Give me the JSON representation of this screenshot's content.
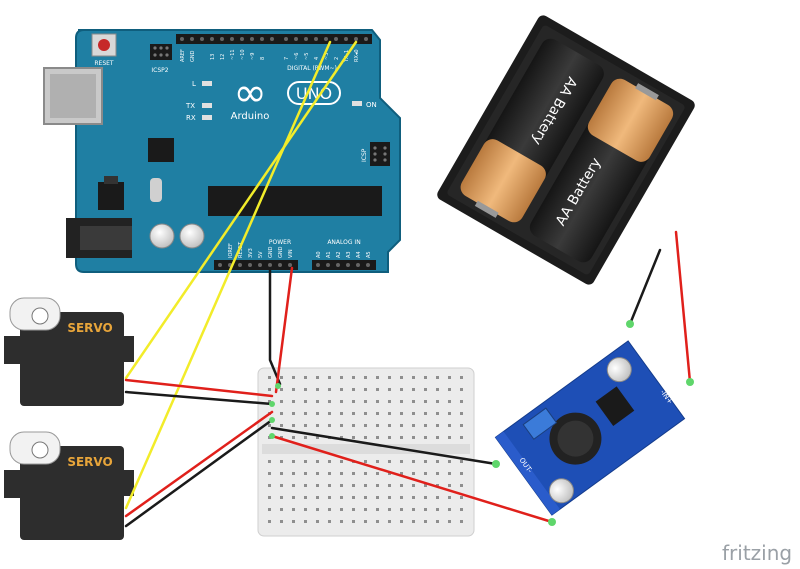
{
  "arduino": {
    "reset": "RESET",
    "icsp2": "ICSP2",
    "icsp": "ICSP",
    "aref": "AREF",
    "gnd": "GND",
    "digital_header": [
      "13",
      "12",
      "~11",
      "~10",
      "~9",
      "8",
      "7",
      "~6",
      "~5",
      "4",
      "~3",
      "2",
      "TX▸1",
      "RX◂0"
    ],
    "digital_label": "DIGITAL (PWM~)",
    "l": "L",
    "tx": "TX",
    "rx": "RX",
    "on": "ON",
    "brand": "Arduino",
    "model": "UNO",
    "logo_symbol": "∞",
    "power_label": "POWER",
    "analog_label": "ANALOG IN",
    "power_pins": [
      "IOREF",
      "RESET",
      "3V3",
      "5V",
      "GND",
      "GND",
      "VIN"
    ],
    "analog_pins": [
      "A0",
      "A1",
      "A2",
      "A3",
      "A4",
      "A5"
    ]
  },
  "servos": [
    {
      "label": "SERVO"
    },
    {
      "label": "SERVO"
    }
  ],
  "battery": {
    "cell1": "AA Battery",
    "cell2": "AA Battery"
  },
  "converter": {
    "in_label": "-IN+",
    "out_label": "OUT-"
  },
  "watermark": "fritzing",
  "colors": {
    "board": "#1f7fa3",
    "board_dark": "#0f5e7d",
    "wire_red": "#e0201b",
    "wire_black": "#1a1a1a",
    "wire_yellow": "#f2ec2a",
    "servo_body": "#2d2d2d",
    "servo_label": "#e8a53a",
    "battery_holder": "#1c1c1c",
    "battery_copper": "#d99d5c",
    "converter_board": "#1e4fb6",
    "breadboard": "#ececec"
  }
}
